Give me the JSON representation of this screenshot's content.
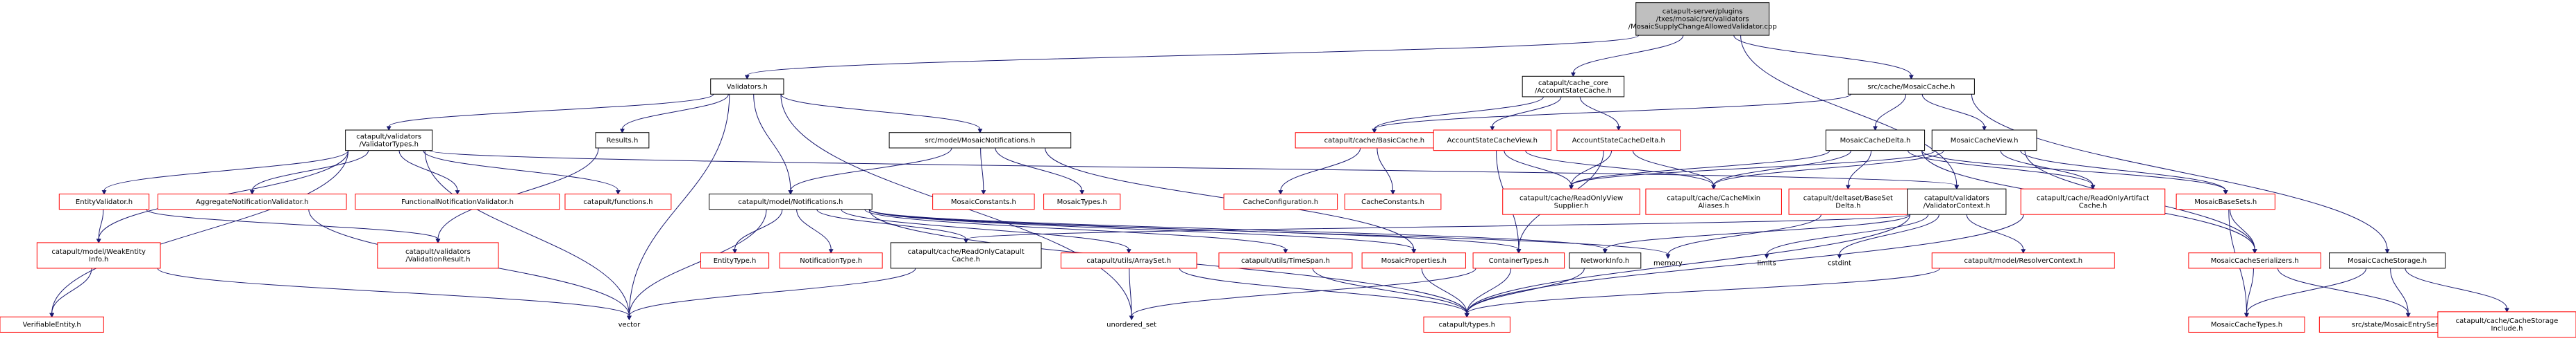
{
  "colors": {
    "edge": "#191970",
    "root_fill": "#bfbfbf",
    "normal_border": "#000000",
    "red_border": "#ff0000",
    "text": "#000000"
  },
  "nodes": [
    {
      "id": "root",
      "lines": [
        "catapult-server/plugins",
        "/txes/mosaic/src/validators",
        "/MosaicSupplyChangeAllowedValidator.cpp"
      ],
      "style": "root"
    },
    {
      "id": "validators",
      "lines": [
        "Validators.h"
      ],
      "style": "normal"
    },
    {
      "id": "accountstatecache",
      "lines": [
        "catapult/cache_core",
        "/AccountStateCache.h"
      ],
      "style": "normal"
    },
    {
      "id": "mosaiccache",
      "lines": [
        "src/cache/MosaicCache.h"
      ],
      "style": "normal"
    },
    {
      "id": "validatortypes",
      "lines": [
        "catapult/validators",
        "/ValidatorTypes.h"
      ],
      "style": "normal"
    },
    {
      "id": "results",
      "lines": [
        "Results.h"
      ],
      "style": "normal"
    },
    {
      "id": "mosaicnotifications",
      "lines": [
        "src/model/MosaicNotifications.h"
      ],
      "style": "normal"
    },
    {
      "id": "basiccache",
      "lines": [
        "catapult/cache/BasicCache.h"
      ],
      "style": "red"
    },
    {
      "id": "accountstatecacheview",
      "lines": [
        "AccountStateCacheView.h"
      ],
      "style": "red"
    },
    {
      "id": "accountstatecachedelta",
      "lines": [
        "AccountStateCacheDelta.h"
      ],
      "style": "red"
    },
    {
      "id": "mosaiccachedelta",
      "lines": [
        "MosaicCacheDelta.h"
      ],
      "style": "normal"
    },
    {
      "id": "mosaiccacheview",
      "lines": [
        "MosaicCacheView.h"
      ],
      "style": "normal"
    },
    {
      "id": "entityvalidator",
      "lines": [
        "EntityValidator.h"
      ],
      "style": "red"
    },
    {
      "id": "aggregatenotificationvalidator",
      "lines": [
        "AggregateNotificationValidator.h"
      ],
      "style": "red"
    },
    {
      "id": "functionalnotificationvalidator",
      "lines": [
        "FunctionalNotificationValidator.h"
      ],
      "style": "red"
    },
    {
      "id": "functions",
      "lines": [
        "catapult/functions.h"
      ],
      "style": "red"
    },
    {
      "id": "notifications",
      "lines": [
        "catapult/model/Notifications.h"
      ],
      "style": "normal"
    },
    {
      "id": "mosaicconstants",
      "lines": [
        "MosaicConstants.h"
      ],
      "style": "red"
    },
    {
      "id": "mosaictypes",
      "lines": [
        "MosaicTypes.h"
      ],
      "style": "red"
    },
    {
      "id": "cacheconfiguration",
      "lines": [
        "CacheConfiguration.h"
      ],
      "style": "red"
    },
    {
      "id": "cacheconstants",
      "lines": [
        "CacheConstants.h"
      ],
      "style": "red"
    },
    {
      "id": "readonlyviewsupplier",
      "lines": [
        "catapult/cache/ReadOnlyView",
        "Supplier.h"
      ],
      "style": "red"
    },
    {
      "id": "cachemixinaliases",
      "lines": [
        "catapult/cache/CacheMixin",
        "Aliases.h"
      ],
      "style": "red"
    },
    {
      "id": "basesetdelta",
      "lines": [
        "catapult/deltaset/BaseSet",
        "Delta.h"
      ],
      "style": "red"
    },
    {
      "id": "validatorcontext",
      "lines": [
        "catapult/validators",
        "/ValidatorContext.h"
      ],
      "style": "normal"
    },
    {
      "id": "readonlyartifactcache",
      "lines": [
        "catapult/cache/ReadOnlyArtifact",
        "Cache.h"
      ],
      "style": "red"
    },
    {
      "id": "mosaicbasesets",
      "lines": [
        "MosaicBaseSets.h"
      ],
      "style": "red"
    },
    {
      "id": "weakentityinfo",
      "lines": [
        "catapult/model/WeakEntity",
        "Info.h"
      ],
      "style": "red"
    },
    {
      "id": "validationresult",
      "lines": [
        "catapult/validators",
        "/ValidationResult.h"
      ],
      "style": "red"
    },
    {
      "id": "entitytype",
      "lines": [
        "EntityType.h"
      ],
      "style": "red"
    },
    {
      "id": "notificationtype",
      "lines": [
        "NotificationType.h"
      ],
      "style": "red"
    },
    {
      "id": "readonlycatapultcache",
      "lines": [
        "catapult/cache/ReadOnlyCatapult",
        "Cache.h"
      ],
      "style": "normal"
    },
    {
      "id": "arrayset",
      "lines": [
        "catapult/utils/ArraySet.h"
      ],
      "style": "red"
    },
    {
      "id": "timespan",
      "lines": [
        "catapult/utils/TimeSpan.h"
      ],
      "style": "red"
    },
    {
      "id": "mosaicproperties",
      "lines": [
        "MosaicProperties.h"
      ],
      "style": "red"
    },
    {
      "id": "containertypes",
      "lines": [
        "ContainerTypes.h"
      ],
      "style": "red"
    },
    {
      "id": "networkinfo",
      "lines": [
        "NetworkInfo.h"
      ],
      "style": "normal"
    },
    {
      "id": "memory",
      "lines": [
        "memory"
      ],
      "style": "plain"
    },
    {
      "id": "limits",
      "lines": [
        "limits"
      ],
      "style": "plain"
    },
    {
      "id": "cstdint",
      "lines": [
        "cstdint"
      ],
      "style": "plain"
    },
    {
      "id": "resolvercontext",
      "lines": [
        "catapult/model/ResolverContext.h"
      ],
      "style": "red"
    },
    {
      "id": "mosaiccacheserializers",
      "lines": [
        "MosaicCacheSerializers.h"
      ],
      "style": "red"
    },
    {
      "id": "mosaiccachestorage",
      "lines": [
        "MosaicCacheStorage.h"
      ],
      "style": "normal"
    },
    {
      "id": "verifiableentity",
      "lines": [
        "VerifiableEntity.h"
      ],
      "style": "red"
    },
    {
      "id": "vector",
      "lines": [
        "vector"
      ],
      "style": "plain"
    },
    {
      "id": "unorderedset",
      "lines": [
        "unordered_set"
      ],
      "style": "plain"
    },
    {
      "id": "types",
      "lines": [
        "catapult/types.h"
      ],
      "style": "red"
    },
    {
      "id": "mosaiccachetypes",
      "lines": [
        "MosaicCacheTypes.h"
      ],
      "style": "red"
    },
    {
      "id": "mosaicentryserializer",
      "lines": [
        "src/state/MosaicEntrySerializer.h"
      ],
      "style": "red"
    },
    {
      "id": "cachestorageinclude",
      "lines": [
        "catapult/cache/CacheStorage",
        "Include.h"
      ],
      "style": "red"
    }
  ],
  "edges": [
    [
      "root",
      "validators"
    ],
    [
      "root",
      "accountstatecache"
    ],
    [
      "root",
      "mosaiccache"
    ],
    [
      "root",
      "validatorcontext"
    ],
    [
      "validators",
      "validatortypes"
    ],
    [
      "validators",
      "results"
    ],
    [
      "validators",
      "mosaicnotifications"
    ],
    [
      "validators",
      "notifications"
    ],
    [
      "validators",
      "vector"
    ],
    [
      "validators",
      "unorderedset"
    ],
    [
      "accountstatecache",
      "basiccache"
    ],
    [
      "accountstatecache",
      "accountstatecacheview"
    ],
    [
      "accountstatecache",
      "accountstatecachedelta"
    ],
    [
      "mosaiccache",
      "basiccache"
    ],
    [
      "mosaiccache",
      "mosaiccachedelta"
    ],
    [
      "mosaiccache",
      "mosaiccacheview"
    ],
    [
      "mosaiccache",
      "mosaiccachestorage"
    ],
    [
      "validatortypes",
      "entityvalidator"
    ],
    [
      "validatortypes",
      "aggregatenotificationvalidator"
    ],
    [
      "validatortypes",
      "functionalnotificationvalidator"
    ],
    [
      "validatortypes",
      "functions"
    ],
    [
      "validatortypes",
      "weakentityinfo"
    ],
    [
      "validatortypes",
      "verifiableentity"
    ],
    [
      "validatortypes",
      "vector"
    ],
    [
      "validatortypes",
      "validatorcontext"
    ],
    [
      "results",
      "validationresult"
    ],
    [
      "mosaicnotifications",
      "notifications"
    ],
    [
      "mosaicnotifications",
      "mosaicconstants"
    ],
    [
      "mosaicnotifications",
      "mosaictypes"
    ],
    [
      "mosaicnotifications",
      "mosaicproperties"
    ],
    [
      "basiccache",
      "cacheconfiguration"
    ],
    [
      "basiccache",
      "cacheconstants"
    ],
    [
      "accountstatecacheview",
      "readonlyviewsupplier"
    ],
    [
      "accountstatecacheview",
      "cachemixinaliases"
    ],
    [
      "accountstatecacheview",
      "containertypes"
    ],
    [
      "accountstatecachedelta",
      "readonlyviewsupplier"
    ],
    [
      "accountstatecachedelta",
      "cachemixinaliases"
    ],
    [
      "accountstatecachedelta",
      "containertypes"
    ],
    [
      "mosaiccachedelta",
      "readonlyviewsupplier"
    ],
    [
      "mosaiccachedelta",
      "cachemixinaliases"
    ],
    [
      "mosaiccachedelta",
      "basesetdelta"
    ],
    [
      "mosaiccachedelta",
      "readonlyartifactcache"
    ],
    [
      "mosaiccachedelta",
      "mosaicbasesets"
    ],
    [
      "mosaiccachedelta",
      "mosaiccacheserializers"
    ],
    [
      "mosaiccacheview",
      "readonlyviewsupplier"
    ],
    [
      "mosaiccacheview",
      "cachemixinaliases"
    ],
    [
      "mosaiccacheview",
      "readonlyartifactcache"
    ],
    [
      "mosaiccacheview",
      "mosaicbasesets"
    ],
    [
      "mosaiccacheview",
      "mosaiccacheserializers"
    ],
    [
      "entityvalidator",
      "weakentityinfo"
    ],
    [
      "entityvalidator",
      "validationresult"
    ],
    [
      "aggregatenotificationvalidator",
      "vector"
    ],
    [
      "weakentityinfo",
      "verifiableentity"
    ],
    [
      "weakentityinfo",
      "vector"
    ],
    [
      "notifications",
      "entitytype"
    ],
    [
      "notifications",
      "notificationtype"
    ],
    [
      "notifications",
      "readonlycatapultcache"
    ],
    [
      "notifications",
      "arrayset"
    ],
    [
      "notifications",
      "timespan"
    ],
    [
      "notifications",
      "mosaicproperties"
    ],
    [
      "notifications",
      "containertypes"
    ],
    [
      "notifications",
      "networkinfo"
    ],
    [
      "notifications",
      "types"
    ],
    [
      "notifications",
      "vector"
    ],
    [
      "notifications",
      "memory"
    ],
    [
      "basesetdelta",
      "memory"
    ],
    [
      "validatorcontext",
      "networkinfo"
    ],
    [
      "validatorcontext",
      "limits"
    ],
    [
      "validatorcontext",
      "cstdint"
    ],
    [
      "validatorcontext",
      "resolvercontext"
    ],
    [
      "validatorcontext",
      "types"
    ],
    [
      "validatorcontext",
      "readonlycatapultcache"
    ],
    [
      "readonlyartifactcache",
      "types"
    ],
    [
      "mosaicbasesets",
      "mosaiccacheserializers"
    ],
    [
      "mosaicbasesets",
      "mosaiccachetypes"
    ],
    [
      "readonlycatapultcache",
      "vector"
    ],
    [
      "arrayset",
      "unorderedset"
    ],
    [
      "arrayset",
      "types"
    ],
    [
      "timespan",
      "types"
    ],
    [
      "mosaicproperties",
      "types"
    ],
    [
      "containertypes",
      "types"
    ],
    [
      "containertypes",
      "unorderedset"
    ],
    [
      "networkinfo",
      "types"
    ],
    [
      "resolvercontext",
      "types"
    ],
    [
      "mosaiccacheserializers",
      "mosaiccachetypes"
    ],
    [
      "mosaiccacheserializers",
      "mosaicentryserializer"
    ],
    [
      "mosaiccachestorage",
      "mosaiccachetypes"
    ],
    [
      "mosaiccachestorage",
      "mosaicentryserializer"
    ],
    [
      "mosaiccachestorage",
      "cachestorageinclude"
    ]
  ]
}
